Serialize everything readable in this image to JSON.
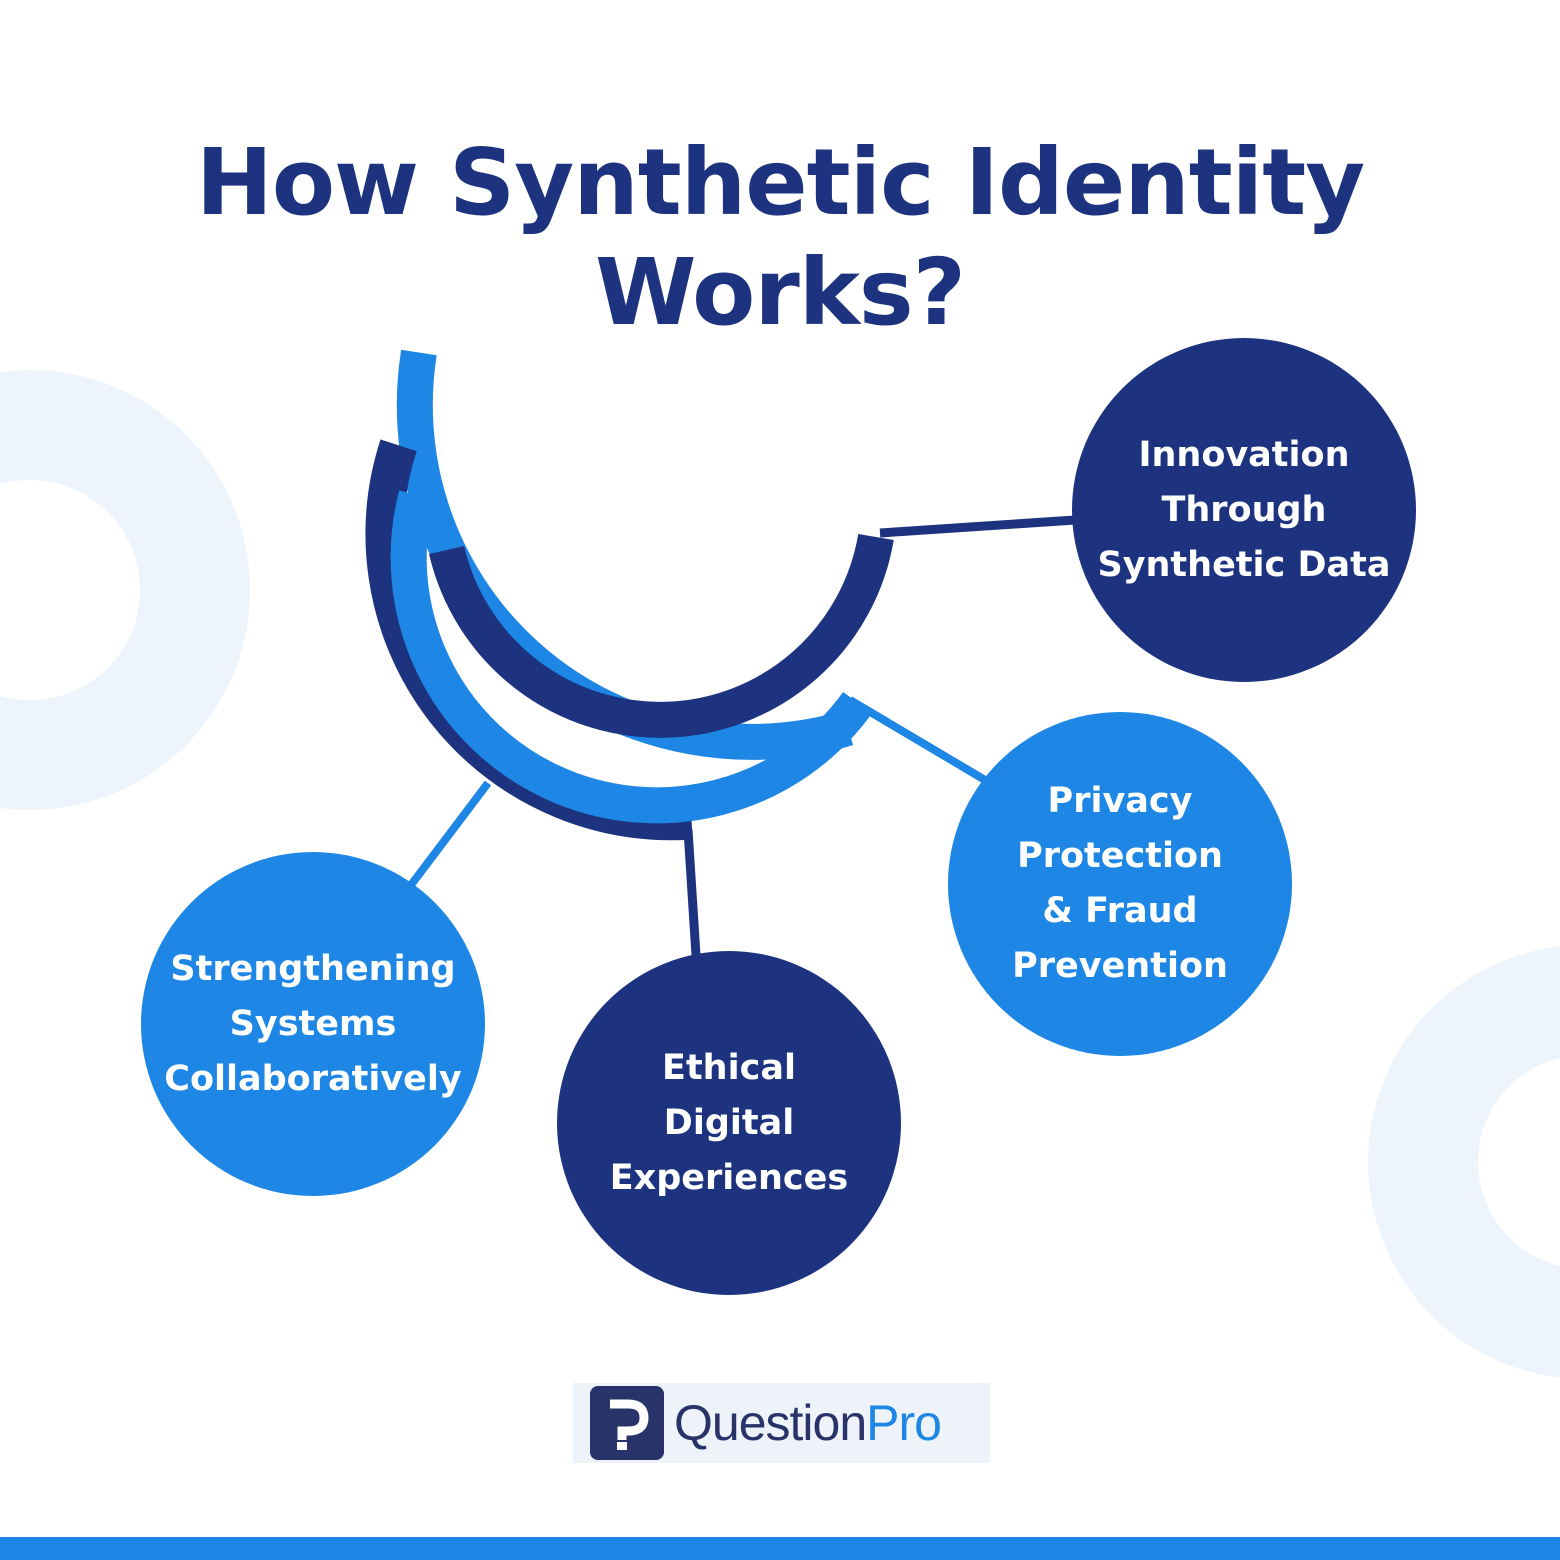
{
  "title": "How Synthetic Identity Works?",
  "colors": {
    "dark_blue": "#1e3380",
    "light_blue": "#1e87e5",
    "background_ring": "#eef4fc",
    "logo_dark": "#28336a"
  },
  "nodes": [
    {
      "id": "innovation",
      "lines": [
        "Innovation",
        "Through",
        "Synthetic Data"
      ],
      "color": "dark"
    },
    {
      "id": "privacy",
      "lines": [
        "Privacy",
        "Protection",
        "& Fraud",
        "Prevention"
      ],
      "color": "light"
    },
    {
      "id": "ethical",
      "lines": [
        "Ethical",
        "Digital",
        "Experiences"
      ],
      "color": "dark"
    },
    {
      "id": "strengthening",
      "lines": [
        "Strengthening",
        "Systems",
        "Collaboratively"
      ],
      "color": "light"
    }
  ],
  "logo": {
    "name_part1": "Question",
    "name_part2": "Pro",
    "icon": "questionpro-logo-icon"
  }
}
